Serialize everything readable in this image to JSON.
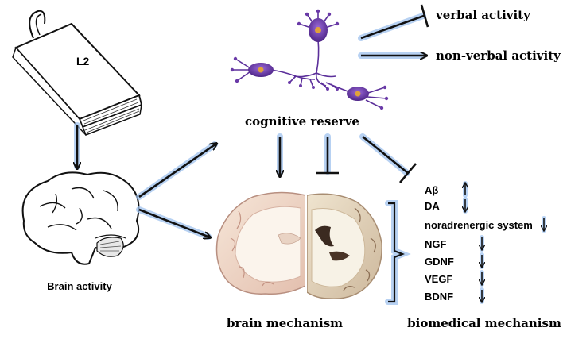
{
  "book": {
    "label": "L2"
  },
  "brain_activity": {
    "label": "Brain activity"
  },
  "cognitive_reserve": {
    "label": "cognitive reserve"
  },
  "outcomes": {
    "verbal": "verbal activity",
    "nonverbal": "non-verbal activity"
  },
  "brain_mechanism": {
    "label": "brain  mechanism"
  },
  "biomedical_mechanism": {
    "label": "biomedical mechanism",
    "markers": [
      {
        "name": "Aβ",
        "direction": "up"
      },
      {
        "name": "DA",
        "direction": "down"
      },
      {
        "name": "noradrenergic system",
        "direction": "down"
      },
      {
        "name": "NGF",
        "direction": "down"
      },
      {
        "name": "GDNF",
        "direction": "down"
      },
      {
        "name": "VEGF",
        "direction": "down"
      },
      {
        "name": "BDNF",
        "direction": "down"
      }
    ]
  },
  "colors": {
    "neuron": "#6a3aa8",
    "neuron_nucleus": "#e0a13a",
    "glow": "#9fc2ee",
    "tissue": "#f1dccd",
    "arrow": "#111111"
  },
  "icons": {
    "book": "book-icon",
    "brain": "brain-icon",
    "neurons": "neuron-network-icon",
    "slice": "brain-slice-icon"
  }
}
